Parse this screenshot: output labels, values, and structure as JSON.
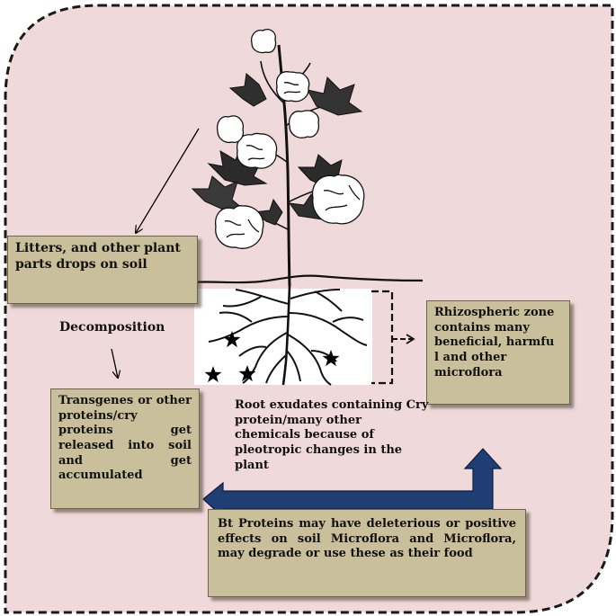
{
  "colors": {
    "background": "#f0d9db",
    "box_fill": "#c9bf9b",
    "double_arrow": "#1f3e73",
    "line": "#000000"
  },
  "boxes": {
    "litter": "Litters, and other plant parts drops on soil",
    "transgene": "Transgenes or other proteins/cry proteins get released into soil and get accumulated",
    "rhizosphere": "Rhizospheric zone contains many beneficial, harmfu l and other microflora",
    "bt_effects": "Bt Proteins may have deleterious or positive effects on soil Microflora and Microflora, may degrade or use these as their food"
  },
  "labels": {
    "decomposition": "Decomposition",
    "root_exudates": "Root exudates containing Cry protein/many other chemicals because of pleotropic changes in the plant"
  },
  "icons": {
    "star": "star-icon",
    "plant": "cotton-plant-icon"
  }
}
